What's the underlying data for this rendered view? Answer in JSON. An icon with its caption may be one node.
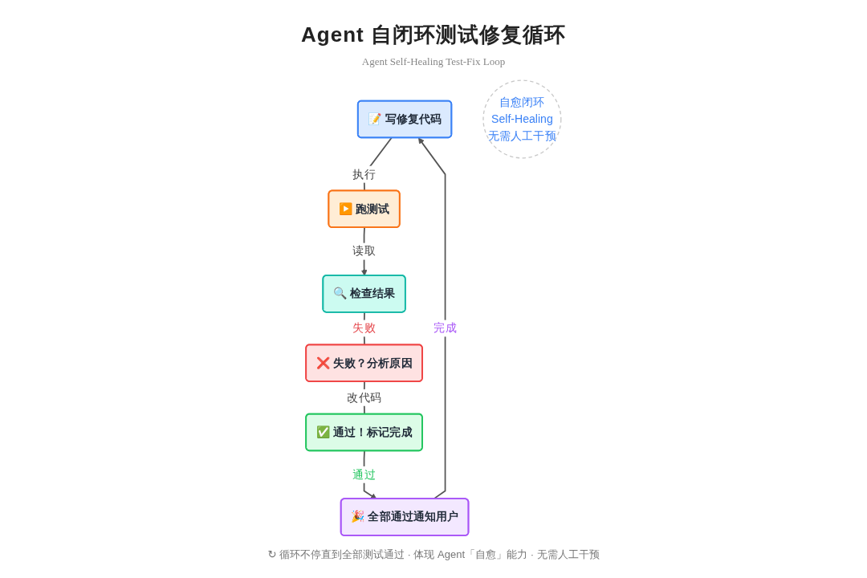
{
  "diagram": {
    "title": "Agent 自闭环测试修复循环",
    "nodes": [
      {
        "text": [
          "📝 写修复代码"
        ]
      },
      {
        "text": [
          "▶️ 跑测试"
        ]
      },
      {
        "text": [
          "🔍 检查结果"
        ]
      },
      {
        "text": [
          "❌ 失败？分析原因"
        ]
      },
      {
        "text": [
          "✅ 通过！标记完成"
        ]
      },
      {
        "text": [
          "🎉 全部通过通知用户"
        ]
      },
      {
        "text": [
          "自愈闭环",
          "Self-Healing",
          "无需人工干预"
        ]
      }
    ],
    "edges": [
      {
        "from": 0,
        "to": 1,
        "arrow": "none",
        "label": "执行"
      },
      {
        "from": 1,
        "to": 2,
        "arrow": "to",
        "label": "读取"
      },
      {
        "from": 2,
        "to": 3,
        "arrow": "none",
        "label": "失败"
      },
      {
        "from": 3,
        "to": 4,
        "arrow": "none",
        "label": "改代码"
      },
      {
        "from": 4,
        "to": 5,
        "arrow": "to",
        "label": "通过"
      },
      {
        "from": 5,
        "to": 0,
        "arrow": "to",
        "label": "完成"
      }
    ],
    "labels": [
      "Agent Self-Healing Test-Fix Loop"
    ],
    "caption": "↻ 循环不停直到全部测试通过 · 体现 Agent「自愈」能力 · 无需人工干预"
  }
}
